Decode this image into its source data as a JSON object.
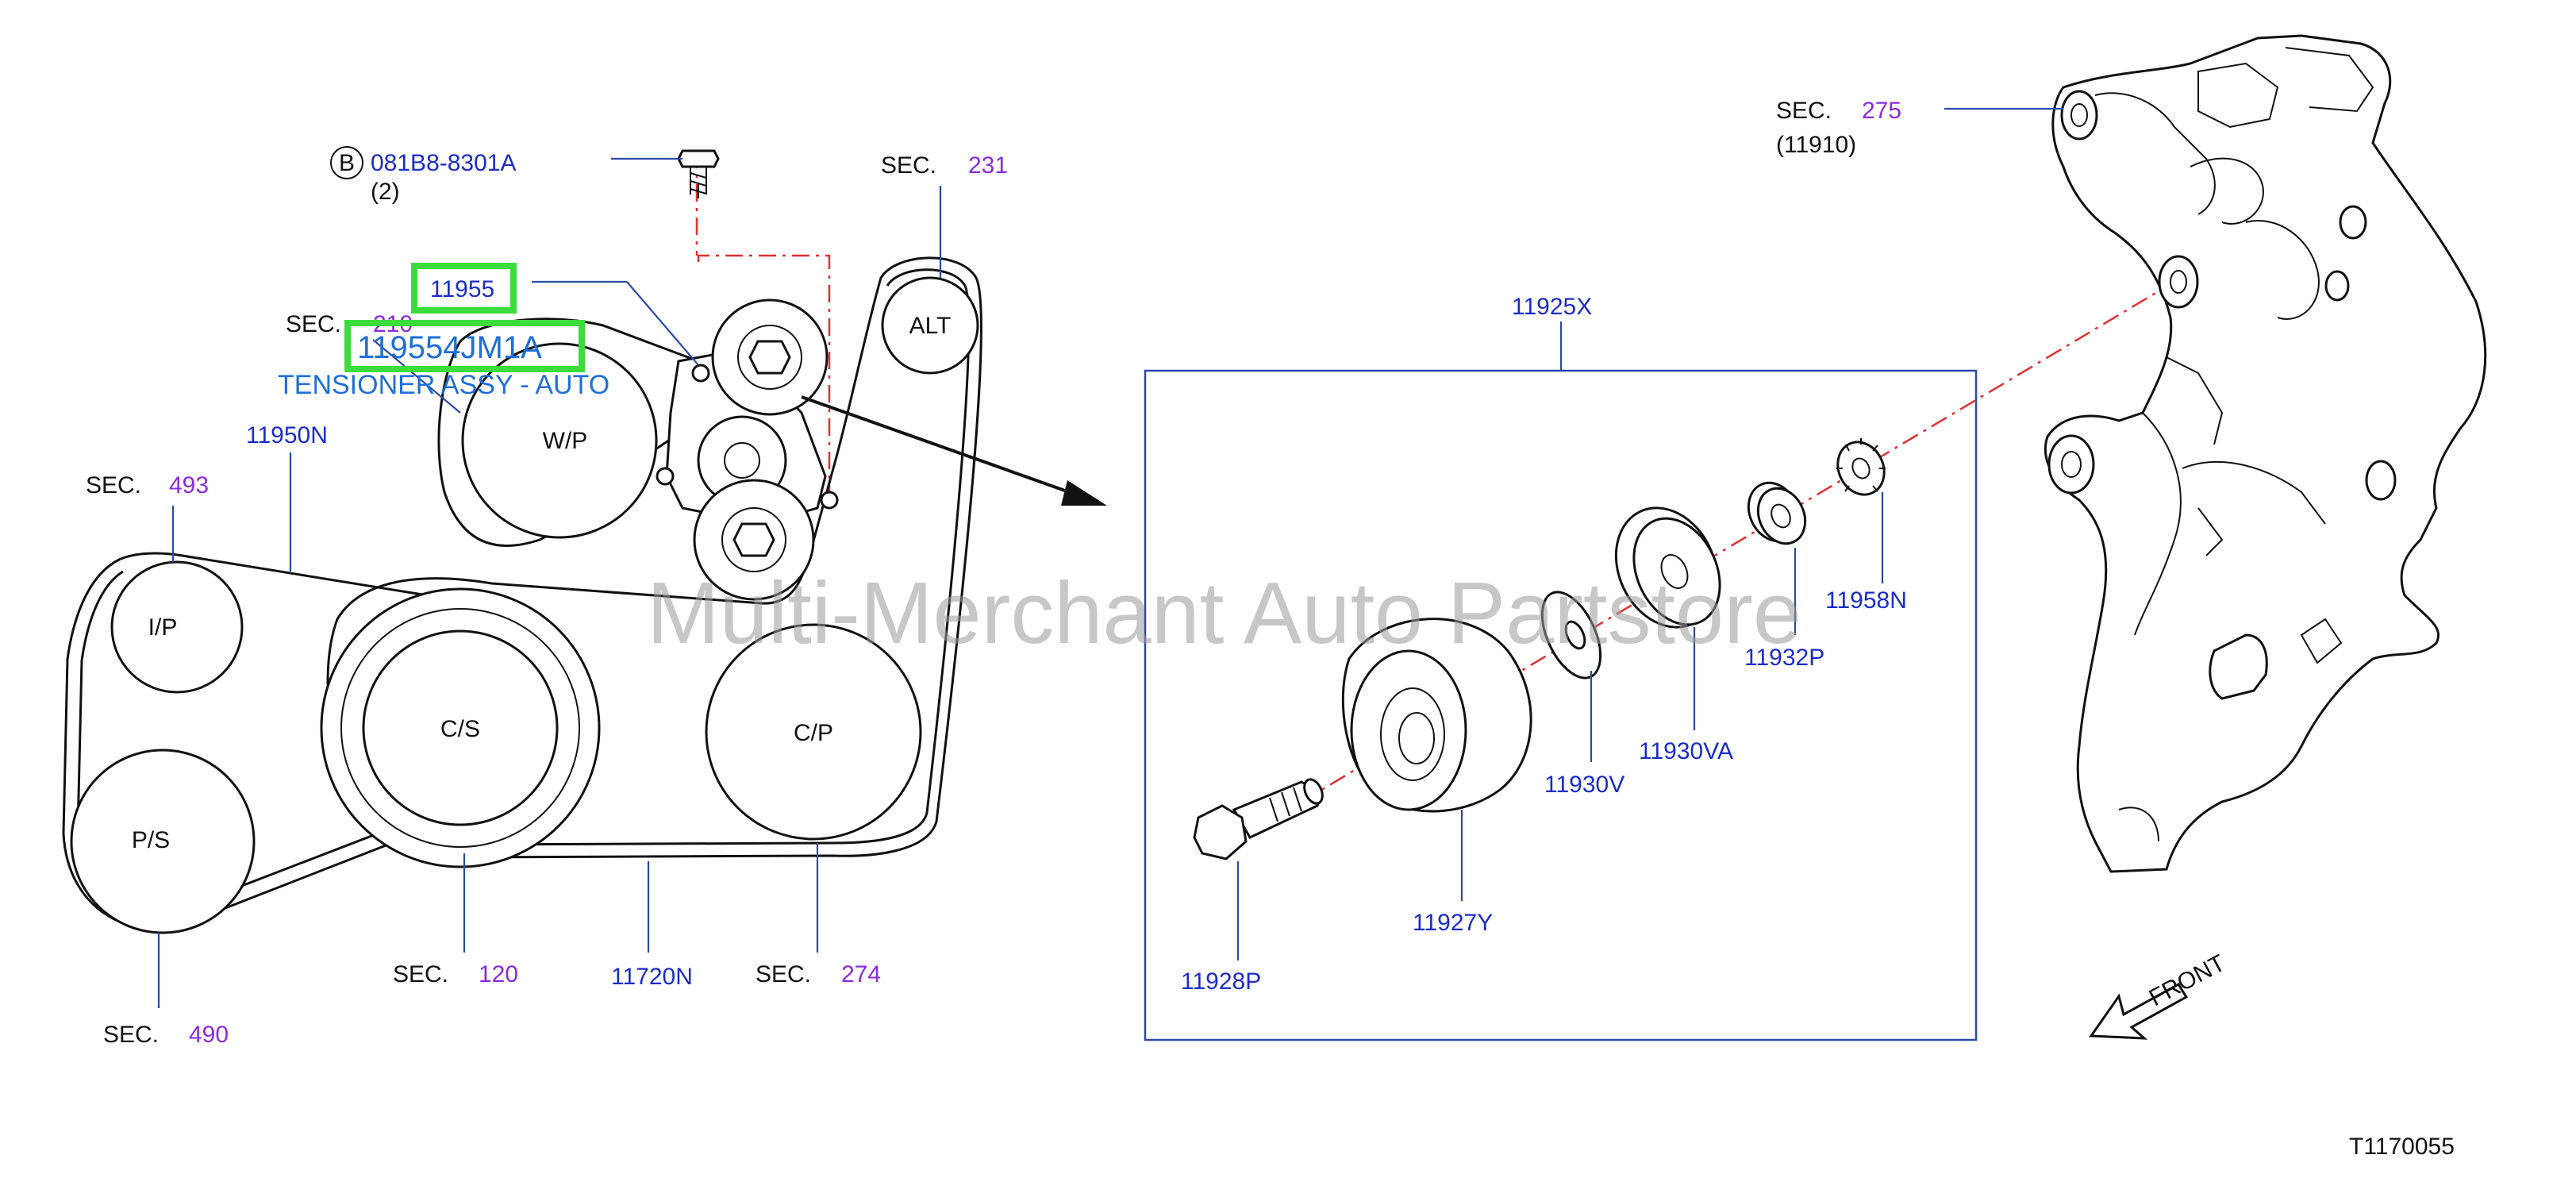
{
  "callouts": {
    "bolt_symbol": "B",
    "bolt_part": "081B8-8301A",
    "bolt_qty": "(2)",
    "sec231_prefix": "SEC.",
    "sec231_num": "231",
    "part_11955": "11955",
    "sec210_prefix": "SEC.",
    "sec210_num": "210",
    "highlight_part": "119554JM1A",
    "highlight_desc": "TENSIONER ASSY - AUTO",
    "part_11950N": "11950N",
    "sec493_prefix": "SEC.",
    "sec493_num": "493",
    "sec120_prefix": "SEC.",
    "sec120_num": "120",
    "part_11720N": "11720N",
    "sec274_prefix": "SEC.",
    "sec274_num": "274",
    "sec490_prefix": "SEC.",
    "sec490_num": "490",
    "part_11925X": "11925X",
    "part_11958N": "11958N",
    "part_11932P": "11932P",
    "part_11930VA": "11930VA",
    "part_11930V": "11930V",
    "part_11927Y": "11927Y",
    "part_11928P": "11928P",
    "sec275_prefix": "SEC.",
    "sec275_num": "275",
    "part_11910": "(11910)",
    "front": "FRONT",
    "figure_id": "T1170055"
  },
  "pulleys": {
    "alt": "ALT",
    "wp": "W/P",
    "ip": "I/P",
    "cs": "C/S",
    "ps": "P/S",
    "cp": "C/P"
  },
  "watermark": "Multi-Merchant Auto Partstore",
  "colors": {
    "part_number": "#1a2ccc",
    "section_number": "#8a2be2",
    "highlight": "#3ddc3d",
    "tensioner_text": "#1e6fd9",
    "centerline": "#e03030"
  }
}
